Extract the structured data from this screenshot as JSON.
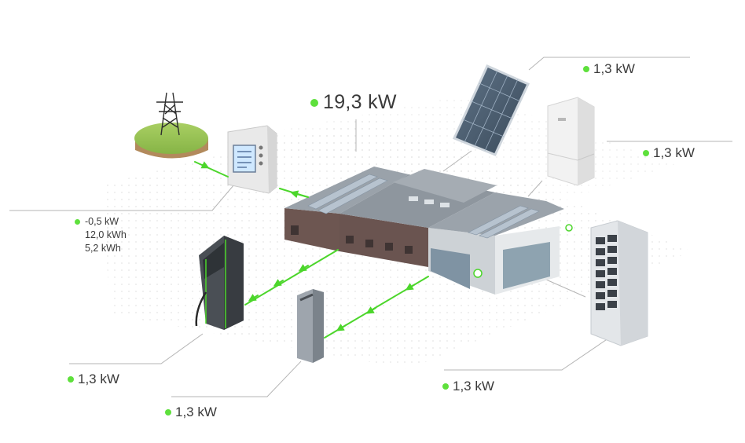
{
  "total_power": "19,3 kW",
  "grid_meter": {
    "values": [
      "-0,5 kW",
      "12,0 kWh",
      "5,2 kWh"
    ]
  },
  "solar_panel": {
    "power": "1,3 kW"
  },
  "home_battery": {
    "power": "1,3 kW"
  },
  "charging_station": {
    "power": "1,3 kW"
  },
  "wallbox": {
    "power": "1,3 kW"
  },
  "storage_rack": {
    "power": "1,3 kW"
  },
  "colors": {
    "accent_green": "#5ee03c",
    "flow_line_green": "#4cd62b",
    "leader_line": "#b5b5b5",
    "text": "#3a3a3a"
  }
}
